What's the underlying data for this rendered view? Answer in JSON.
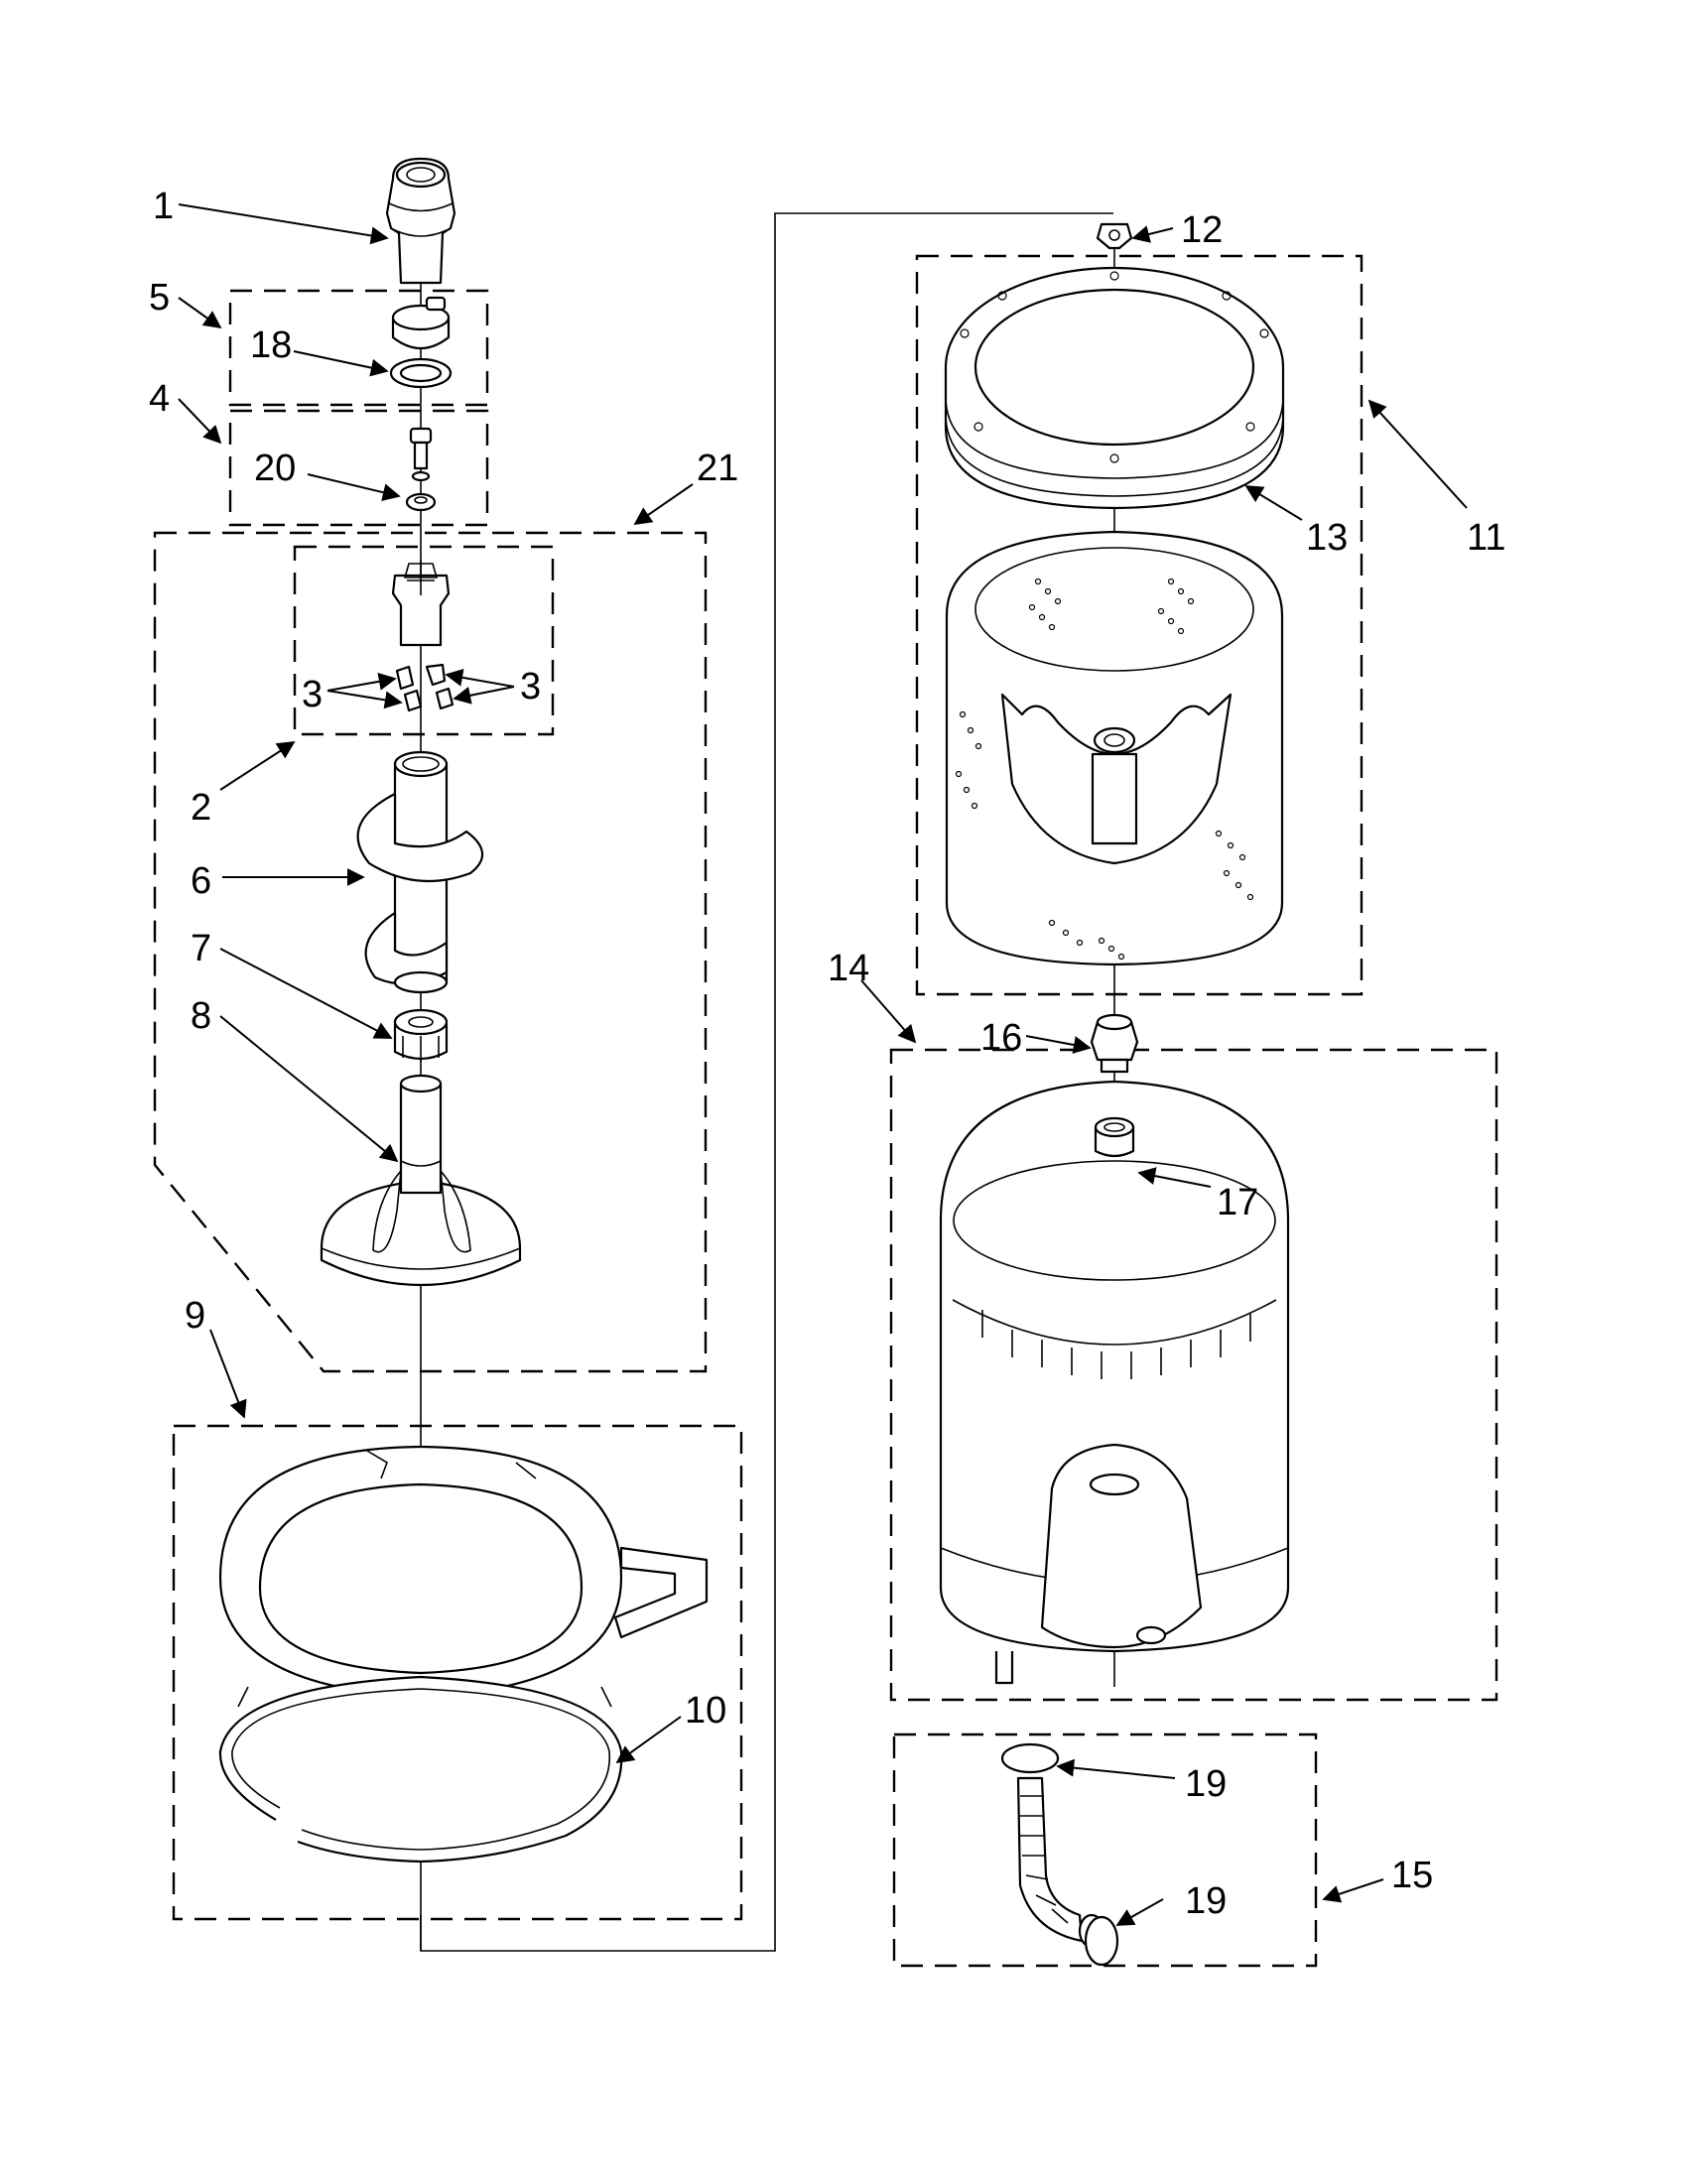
{
  "callouts": {
    "c1": "1",
    "c2": "2",
    "c3a": "3",
    "c3b": "3",
    "c4": "4",
    "c5": "5",
    "c6": "6",
    "c7": "7",
    "c8": "8",
    "c9": "9",
    "c10": "10",
    "c11": "11",
    "c12": "12",
    "c13": "13",
    "c14": "14",
    "c15": "15",
    "c16": "16",
    "c17": "17",
    "c18": "18",
    "c19a": "19",
    "c19b": "19",
    "c20": "20",
    "c21": "21"
  }
}
